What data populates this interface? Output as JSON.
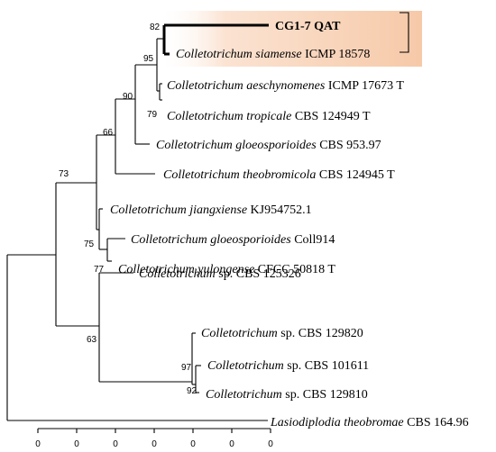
{
  "highlight_color": "#f6c9a8",
  "taxa": [
    {
      "id": "t1",
      "segments": [
        {
          "text": "CG1-7 QAT",
          "italic": false
        }
      ],
      "bold": true
    },
    {
      "id": "t2",
      "segments": [
        {
          "text": "Colletotrichum siamense",
          "italic": true
        },
        {
          "text": " ICMP 18578",
          "italic": false
        }
      ]
    },
    {
      "id": "t3",
      "segments": [
        {
          "text": "Colletotrichum aeschynomenes",
          "italic": true
        },
        {
          "text": " ICMP 17673 T",
          "italic": false
        }
      ]
    },
    {
      "id": "t4",
      "segments": [
        {
          "text": "Colletotrichum tropicale",
          "italic": true
        },
        {
          "text": " CBS 124949 T",
          "italic": false
        }
      ]
    },
    {
      "id": "t5",
      "segments": [
        {
          "text": "Colletotrichum gloeosporioides",
          "italic": true
        },
        {
          "text": " CBS 953.97",
          "italic": false
        }
      ]
    },
    {
      "id": "t6",
      "segments": [
        {
          "text": "Colletotrichum theobromicola",
          "italic": true
        },
        {
          "text": " CBS 124945 T",
          "italic": false
        }
      ]
    },
    {
      "id": "t7",
      "segments": [
        {
          "text": "Colletotrichum jiangxiense",
          "italic": true
        },
        {
          "text": " KJ954752.1",
          "italic": false
        }
      ]
    },
    {
      "id": "t8",
      "segments": [
        {
          "text": "Colletotrichum gloeosporioides",
          "italic": true
        },
        {
          "text": " Coll914",
          "italic": false
        }
      ]
    },
    {
      "id": "t9",
      "segments": [
        {
          "text": "Colletotrichum yulongense",
          "italic": true
        },
        {
          "text": " CFCC 50818 T",
          "italic": false
        }
      ]
    },
    {
      "id": "t10",
      "segments": [
        {
          "text": "Colletotrichum",
          "italic": true
        },
        {
          "text": " sp. CBS 125326",
          "italic": false
        }
      ]
    },
    {
      "id": "t11",
      "segments": [
        {
          "text": "Colletotrichum",
          "italic": true
        },
        {
          "text": " sp. CBS 129820",
          "italic": false
        }
      ]
    },
    {
      "id": "t12",
      "segments": [
        {
          "text": "Colletotrichum",
          "italic": true
        },
        {
          "text": " sp. CBS 101611",
          "italic": false
        }
      ]
    },
    {
      "id": "t13",
      "segments": [
        {
          "text": "Colletotrichum",
          "italic": true
        },
        {
          "text": " sp. CBS 129810",
          "italic": false
        }
      ]
    },
    {
      "id": "t14",
      "segments": [
        {
          "text": "Lasiodiplodia theobromae",
          "italic": true
        },
        {
          "text": " CBS 164.96",
          "italic": false
        }
      ]
    }
  ],
  "support_values": [
    {
      "id": "s82",
      "value": "82"
    },
    {
      "id": "s95",
      "value": "95"
    },
    {
      "id": "s90",
      "value": "90"
    },
    {
      "id": "s79",
      "value": "79"
    },
    {
      "id": "s66",
      "value": "66"
    },
    {
      "id": "s73",
      "value": "73"
    },
    {
      "id": "s75",
      "value": "75"
    },
    {
      "id": "s77",
      "value": "77"
    },
    {
      "id": "s63",
      "value": "63"
    },
    {
      "id": "s97",
      "value": "97"
    },
    {
      "id": "s92",
      "value": "92"
    }
  ],
  "scale_axis": {
    "tick_labels": [
      "0",
      "0",
      "0",
      "0",
      "0",
      "0",
      "0"
    ]
  }
}
